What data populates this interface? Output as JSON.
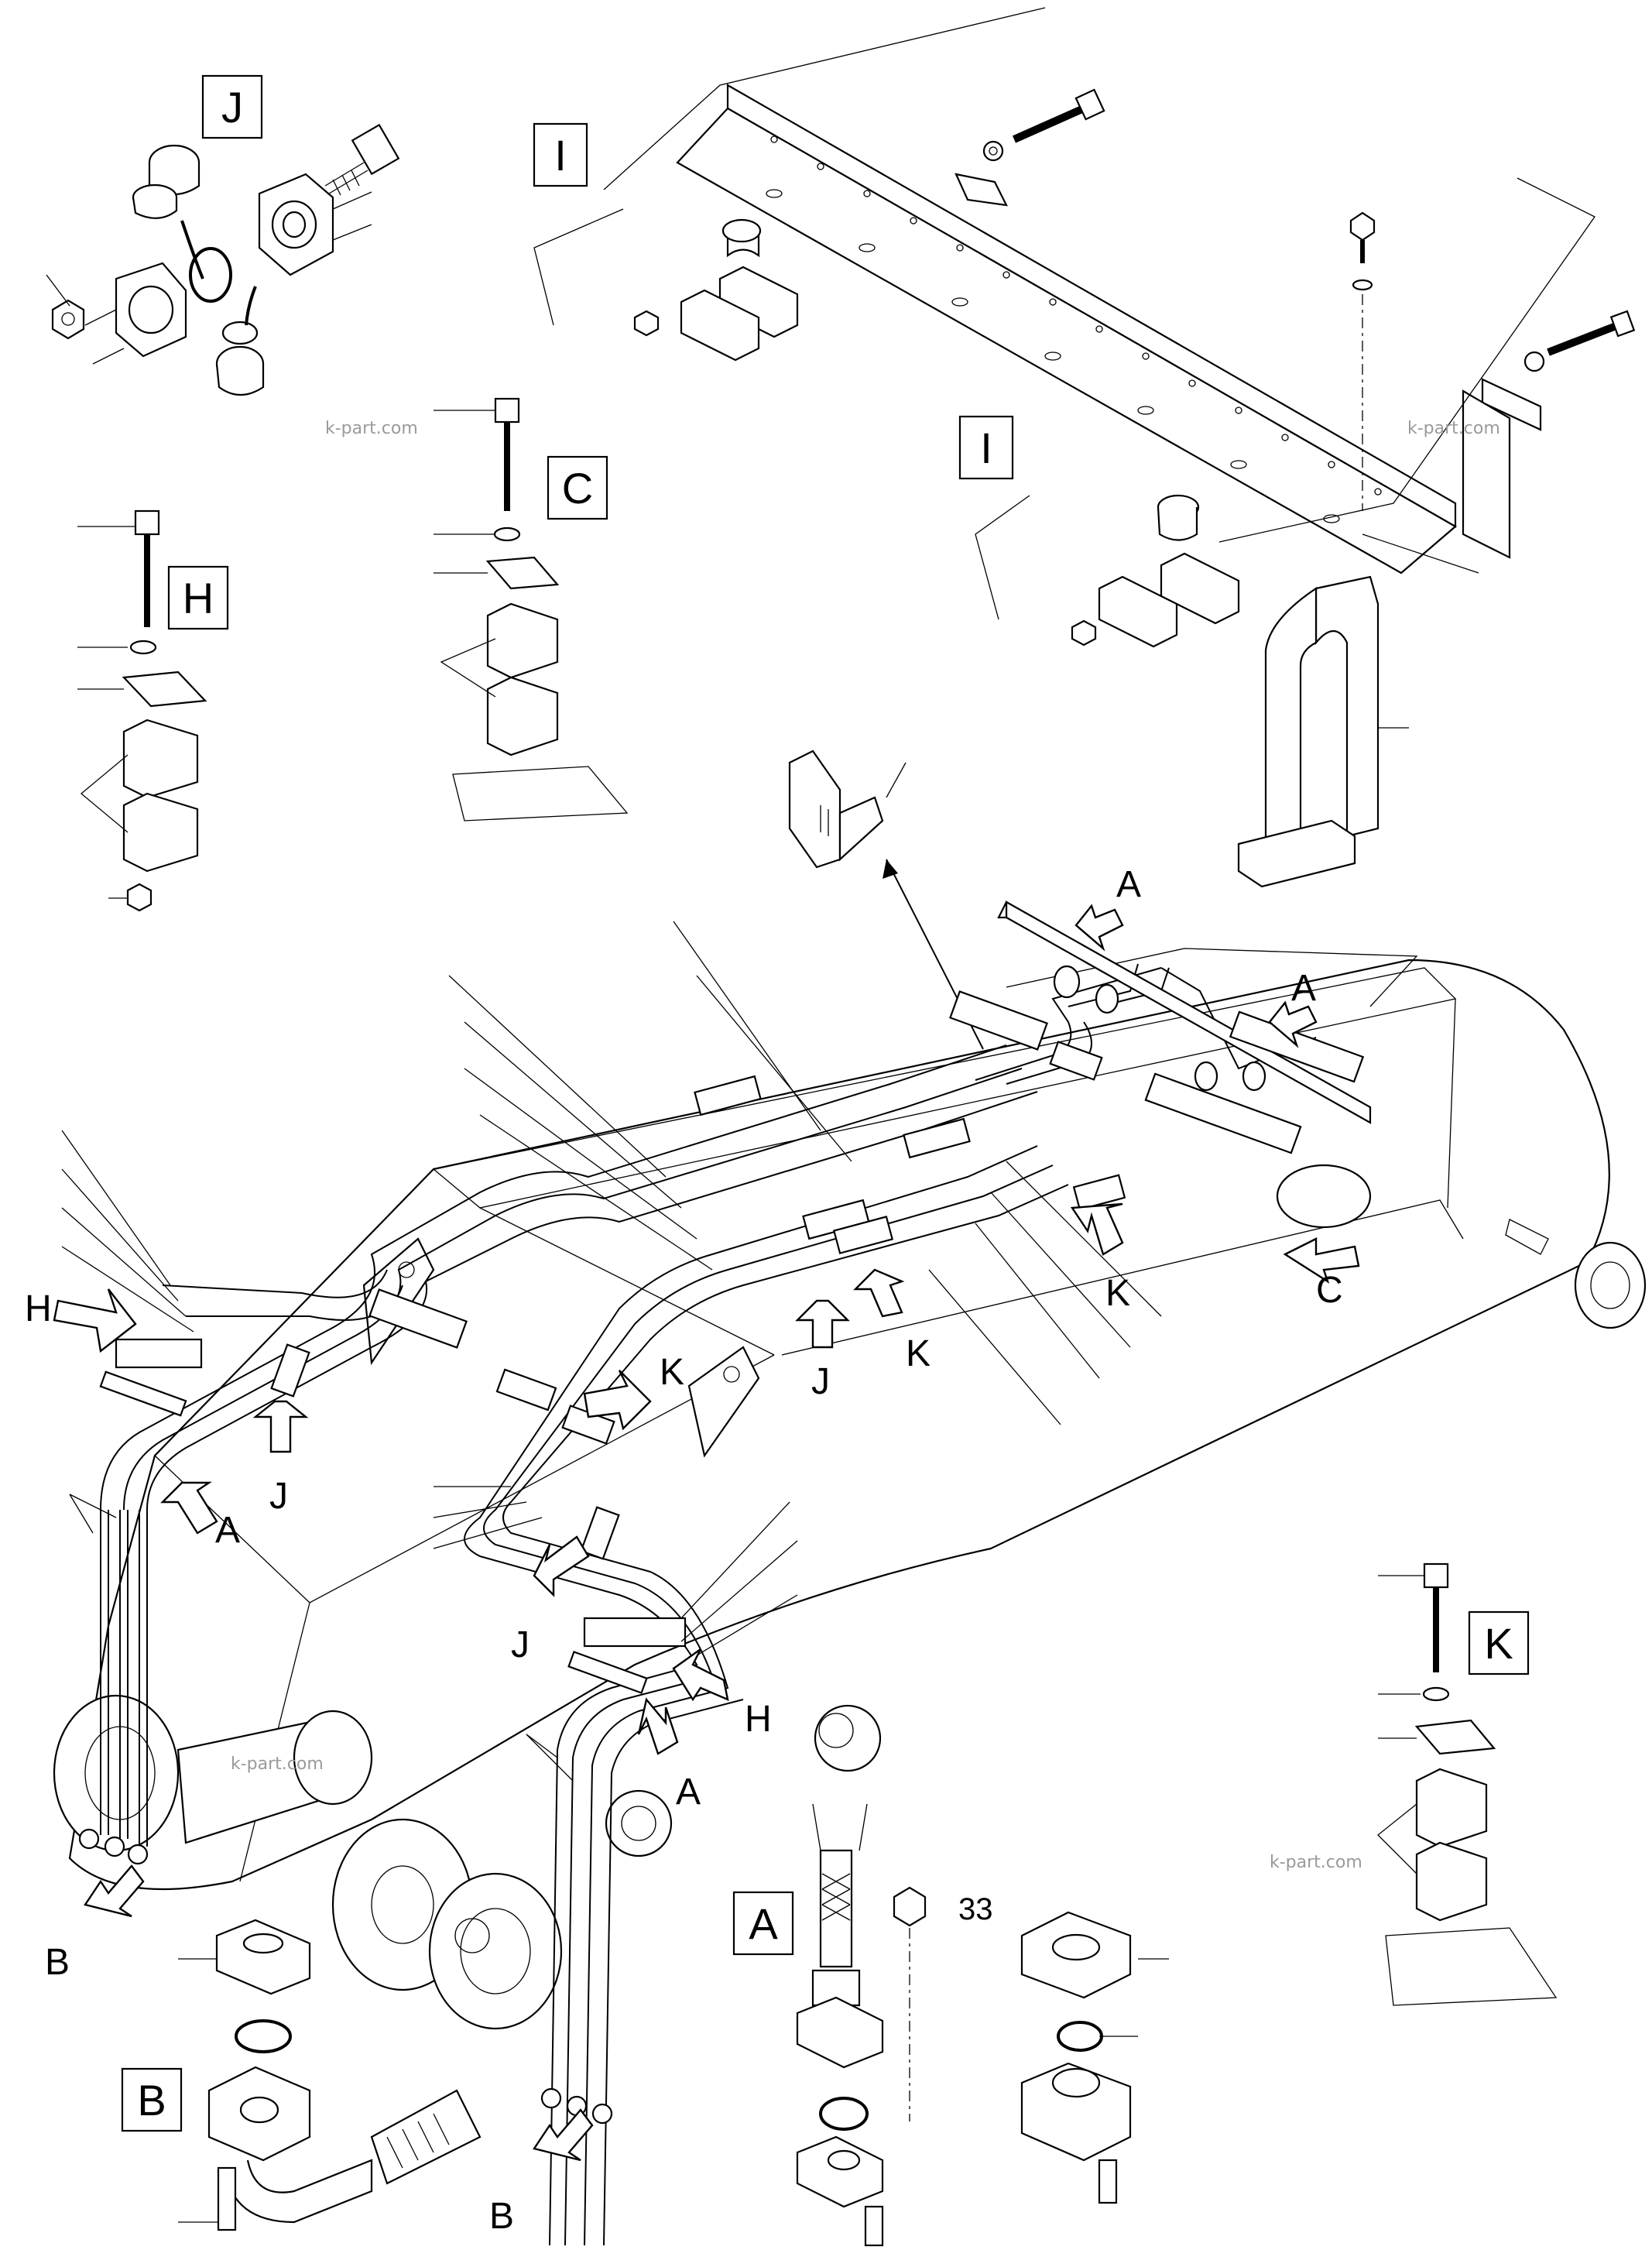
{
  "detail_views": {
    "J": "J",
    "I_upper": "I",
    "I_lower": "I",
    "C": "C",
    "H": "H",
    "K": "K",
    "A": "A",
    "B": "B"
  },
  "callouts": {
    "A_top1": "A",
    "A_top2": "A",
    "C_right": "C",
    "K_1": "K",
    "K_2": "K",
    "K_3": "K",
    "J_1": "J",
    "J_2": "J",
    "J_3": "J",
    "H_left": "H",
    "H_lower": "H",
    "A_left": "A",
    "A_lower": "A",
    "B_left": "B",
    "B_lower": "B"
  },
  "part_number_33": "33",
  "watermarks": [
    "k-part.com",
    "k-part.com",
    "k-part.com",
    "k-part.com"
  ]
}
